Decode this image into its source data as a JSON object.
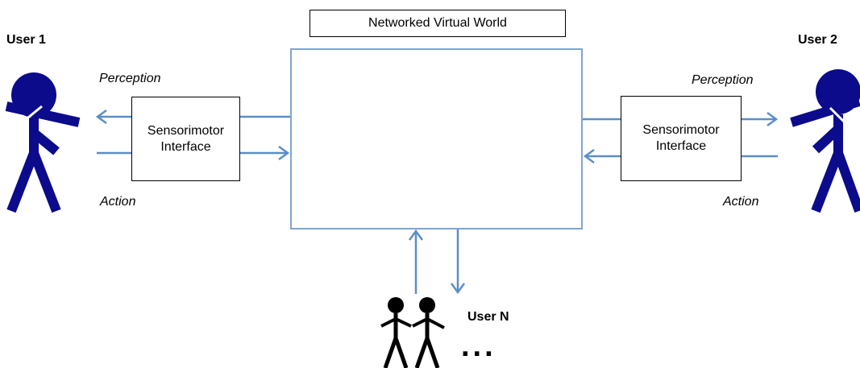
{
  "title": "Networked Virtual World",
  "users": {
    "user1": "User 1",
    "user2": "User 2",
    "userN": "User N",
    "ellipsis": "..."
  },
  "flows": {
    "perception_left": "Perception",
    "action_left": "Action",
    "perception_right": "Perception",
    "action_right": "Action"
  },
  "interface_left": {
    "line1": "Sensorimotor",
    "line2": "Interface"
  },
  "interface_right": {
    "line1": "Sensorimotor",
    "line2": "Interface"
  },
  "colors": {
    "arrow": "#5b8ec8",
    "figure": "#0b0b8c",
    "world_border": "#7fa6cf",
    "shape_fill": "#6fa6e6",
    "small_figures": "#000000"
  }
}
